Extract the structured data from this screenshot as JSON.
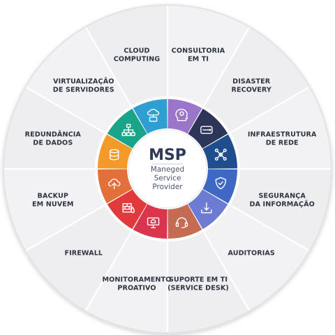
{
  "center": {
    "title": "MSP",
    "subtitle_lines": [
      "Maneged",
      "Service",
      "Provider"
    ]
  },
  "segments": [
    {
      "id": "consultoria-ti",
      "label_lines": [
        "CONSULTORIA",
        "EM TI"
      ],
      "color": "#9b75c9",
      "icon": "head-lightbulb-icon"
    },
    {
      "id": "disaster-recovery",
      "label_lines": [
        "DISASTER",
        "RECOVERY"
      ],
      "color": "#2d3659",
      "icon": "hard-drive-icon"
    },
    {
      "id": "infraestrutura-rede",
      "label_lines": [
        "INFRAESTRUTURA",
        "DE REDE"
      ],
      "color": "#1f4e8f",
      "icon": "network-nodes-icon"
    },
    {
      "id": "seguranca-informacao",
      "label_lines": [
        "SEGURANÇA",
        "DA INFORMAÇÃO"
      ],
      "color": "#3f67c4",
      "icon": "shield-check-icon"
    },
    {
      "id": "auditorias",
      "label_lines": [
        "AUDITORIAS"
      ],
      "color": "#6d7bd3",
      "icon": "download-tray-icon"
    },
    {
      "id": "suporte-ti",
      "label_lines": [
        "SUPORTE EM TI",
        "(SERVICE DESK)"
      ],
      "color": "#c56b54",
      "icon": "headset-icon"
    },
    {
      "id": "monitoramento",
      "label_lines": [
        "MONITORAMENTO",
        "PROATIVO"
      ],
      "color": "#d9354c",
      "icon": "monitor-icon"
    },
    {
      "id": "firewall",
      "label_lines": [
        "FIREWALL"
      ],
      "color": "#e23a3c",
      "icon": "firewall-icon"
    },
    {
      "id": "backup-nuvem",
      "label_lines": [
        "BACKUP",
        "EM NUVEM"
      ],
      "color": "#e2703a",
      "icon": "cloud-upload-icon"
    },
    {
      "id": "redundancia-dados",
      "label_lines": [
        "REDUNDÂNCIA",
        "DE DADOS"
      ],
      "color": "#f39a2a",
      "icon": "database-icon"
    },
    {
      "id": "virtualizacao-servidores",
      "label_lines": [
        "VIRTUALIZAÇÃO",
        "DE SERVIDORES"
      ],
      "color": "#1aa58a",
      "icon": "sitemap-icon"
    },
    {
      "id": "cloud-computing",
      "label_lines": [
        "CLOUD",
        "COMPUTING"
      ],
      "color": "#2f9fd2",
      "icon": "cloud-server-icon"
    }
  ]
}
